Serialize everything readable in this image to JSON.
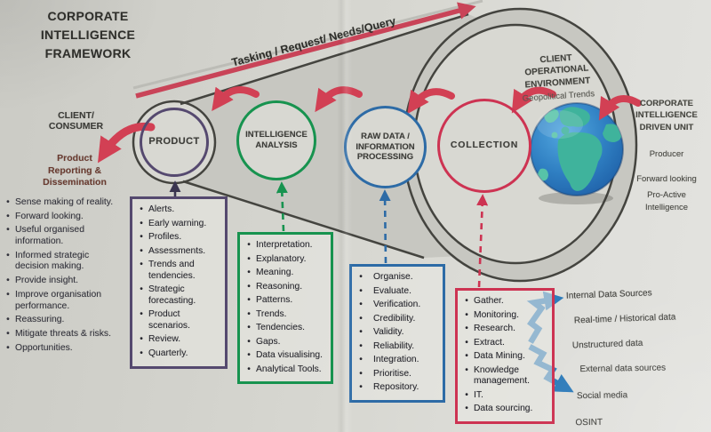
{
  "title": "CORPORATE\nINTELLIGENCE\nFRAMEWORK",
  "tasking_arrow": {
    "label": "Tasking / Request/ Needs/Query"
  },
  "client": {
    "label": "CLIENT/\nCONSUMER",
    "output_label": "Product\nReporting &\nDissemination",
    "outcomes": [
      "Sense making of reality.",
      "Forward looking.",
      "Useful organised information.",
      "Informed strategic decision making.",
      "Provide insight.",
      "Improve organisation performance.",
      "Reassuring.",
      "Mitigate threats & risks.",
      "Opportunities."
    ]
  },
  "stages": [
    {
      "label": "PRODUCT",
      "items": [
        "Alerts.",
        "Early warning.",
        "Profiles.",
        "Assessments.",
        "Trends and tendencies.",
        "Strategic forecasting.",
        "Product scenarios.",
        "Review.",
        "Quarterly."
      ]
    },
    {
      "label": "INTELLIGENCE\nANALYSIS",
      "items": [
        "Interpretation.",
        "Explanatory.",
        "Meaning.",
        "Reasoning.",
        "Patterns.",
        "Trends.",
        "Tendencies.",
        "Gaps.",
        "Data visualising.",
        "Analytical Tools."
      ]
    },
    {
      "label": "RAW DATA /\nINFORMATION\nPROCESSING",
      "items": [
        "Organise.",
        "Evaluate.",
        "Verification.",
        "Credibility.",
        "Validity.",
        "Reliability.",
        "Integration.",
        "Prioritise.",
        "Repository."
      ]
    },
    {
      "label": "COLLECTION",
      "items": [
        "Gather.",
        "Monitoring.",
        "Research.",
        "Extract.",
        "Data Mining.",
        "Knowledge management.",
        "IT.",
        "Data sourcing."
      ]
    }
  ],
  "environment": {
    "label": "CLIENT\nOPERATIONAL\nENVIRONMENT",
    "subtitle": "Geopolitical Trends"
  },
  "driven_unit": {
    "label": "CORPORATE\nINTELLIGENCE\nDRIVEN UNIT",
    "role": "Producer",
    "traits": [
      "Forward looking",
      "Pro-Active\nIntelligence"
    ]
  },
  "data_sources": {
    "internal": {
      "title": "Internal Data Sources",
      "lines": [
        "Real-time / Historical data",
        "Unstructured data"
      ]
    },
    "external": {
      "title": "External data sources",
      "lines": [
        "Social media",
        "OSINT"
      ]
    }
  },
  "colors": {
    "arrow_red": "#d24054",
    "product": "#55496f",
    "analysis": "#17934f",
    "raw_data": "#2d6ba6",
    "collection": "#cd3352",
    "globe_ocean": "#2f7fc2",
    "globe_land": "#3fb39c",
    "source_arrow_blue": "#2f7cba"
  }
}
